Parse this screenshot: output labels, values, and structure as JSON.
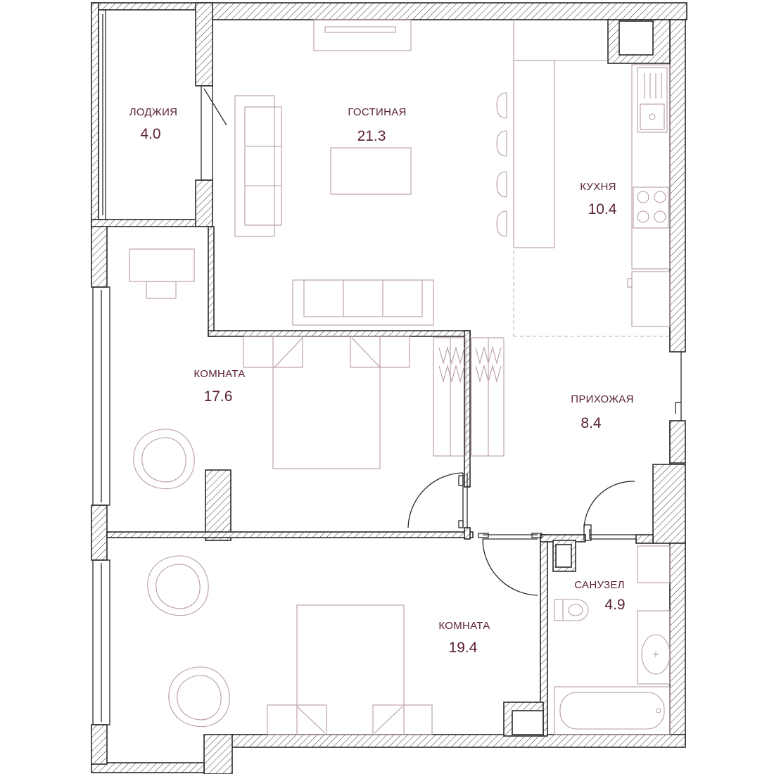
{
  "colors": {
    "label": "#5a1f35",
    "furniture": "#b79ca6",
    "wall_outline": "#2a2a2a",
    "background": "#ffffff"
  },
  "rooms": {
    "loggia": {
      "name": "ЛОДЖИЯ",
      "area": "4.0"
    },
    "living": {
      "name": "ГОСТИНАЯ",
      "area": "21.3"
    },
    "kitchen": {
      "name": "КУХНЯ",
      "area": "10.4"
    },
    "bedroom1": {
      "name": "КОМНАТА",
      "area": "17.6"
    },
    "hall": {
      "name": "ПРИХОЖАЯ",
      "area": "8.4"
    },
    "bathroom": {
      "name": "САНУЗЕЛ",
      "area": "4.9"
    },
    "bedroom2": {
      "name": "КОМНАТА",
      "area": "19.4"
    }
  },
  "icons": {
    "door": "door-swing-icon",
    "stove": "stove-icon",
    "sink": "sink-icon",
    "toilet": "toilet-icon",
    "bathtub": "bathtub-icon",
    "tv": "tv-icon"
  }
}
